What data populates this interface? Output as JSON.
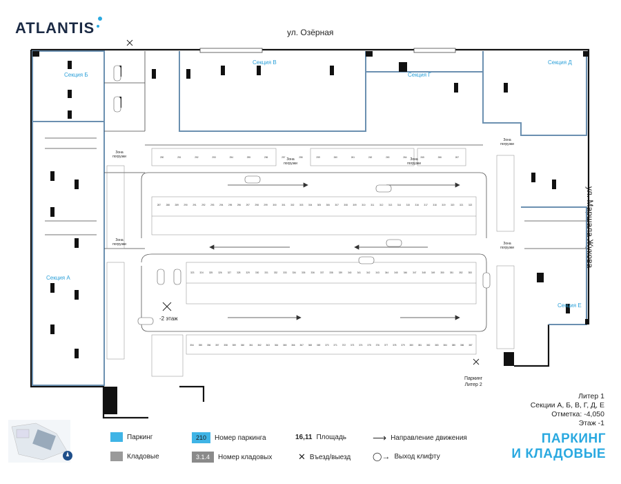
{
  "brand": {
    "name": "ATLANTIS",
    "accent": "#2aa9e0"
  },
  "streets": {
    "top": "ул. Озёрная",
    "right": "ул. Маршала Жукова"
  },
  "sections": {
    "a": "Секция А",
    "b": "Секция Б",
    "v": "Секция В",
    "g": "Секция Г",
    "d": "Секция Д",
    "e": "Секция Е"
  },
  "plan_labels": {
    "loading_zone": "Зона погрузки",
    "floor_minus2": "-2 этаж",
    "parking_liter2_line1": "Паркинг",
    "parking_liter2_line2": "Литер 2"
  },
  "info": {
    "liter": "Литер 1",
    "sections": "Секции А, Б, В, Г, Д, Е",
    "mark": "Отметка:  -4,050",
    "floor": "Этаж  -1"
  },
  "title": {
    "line1": "ПАРКИНГ",
    "line2": "И КЛАДОВЫЕ"
  },
  "legend": {
    "parking": "Паркинг",
    "storage": "Кладовые",
    "parking_number_example": "210",
    "parking_number": "Номер паркинга",
    "storage_number_example": "3.1.4",
    "storage_number": "Номер кладовых",
    "area_example": "16,11",
    "area": "Площадь",
    "direction": "Направление движения",
    "entry_exit": "Въезд/выезд",
    "elevator_exit": "Выход клифту"
  },
  "colors": {
    "parking": "#3fb4e6",
    "storage": "#9a9a9a",
    "wall": "#111111",
    "section_border": "#6a8fb0"
  },
  "parking_rows": [
    [
      "250",
      "251",
      "252",
      "253",
      "254",
      "255",
      "256",
      "257",
      "258",
      "259",
      "260",
      "261",
      "262",
      "263",
      "264",
      "265",
      "266",
      "267"
    ],
    [
      "287",
      "288",
      "289",
      "290",
      "291",
      "292",
      "293",
      "294",
      "295",
      "296",
      "297",
      "298",
      "299",
      "300",
      "301",
      "302",
      "303",
      "304",
      "305",
      "306",
      "307",
      "308",
      "309",
      "310",
      "311",
      "312",
      "313",
      "314",
      "315",
      "316",
      "317",
      "318",
      "319",
      "320",
      "321",
      "322"
    ],
    [
      "323",
      "324",
      "325",
      "326",
      "327",
      "328",
      "329",
      "330",
      "331",
      "332",
      "333",
      "334",
      "335",
      "336",
      "337",
      "338",
      "339",
      "340",
      "341",
      "342",
      "343",
      "344",
      "345",
      "346",
      "347",
      "348",
      "349",
      "350",
      "351",
      "352",
      "353"
    ],
    [
      "354",
      "355",
      "356",
      "357",
      "358",
      "359",
      "360",
      "361",
      "362",
      "363",
      "364",
      "365",
      "366",
      "367",
      "368",
      "369",
      "370",
      "371",
      "372",
      "373",
      "374",
      "375",
      "376",
      "377",
      "378",
      "379",
      "380",
      "381",
      "382",
      "383",
      "384",
      "385",
      "386",
      "387"
    ]
  ]
}
